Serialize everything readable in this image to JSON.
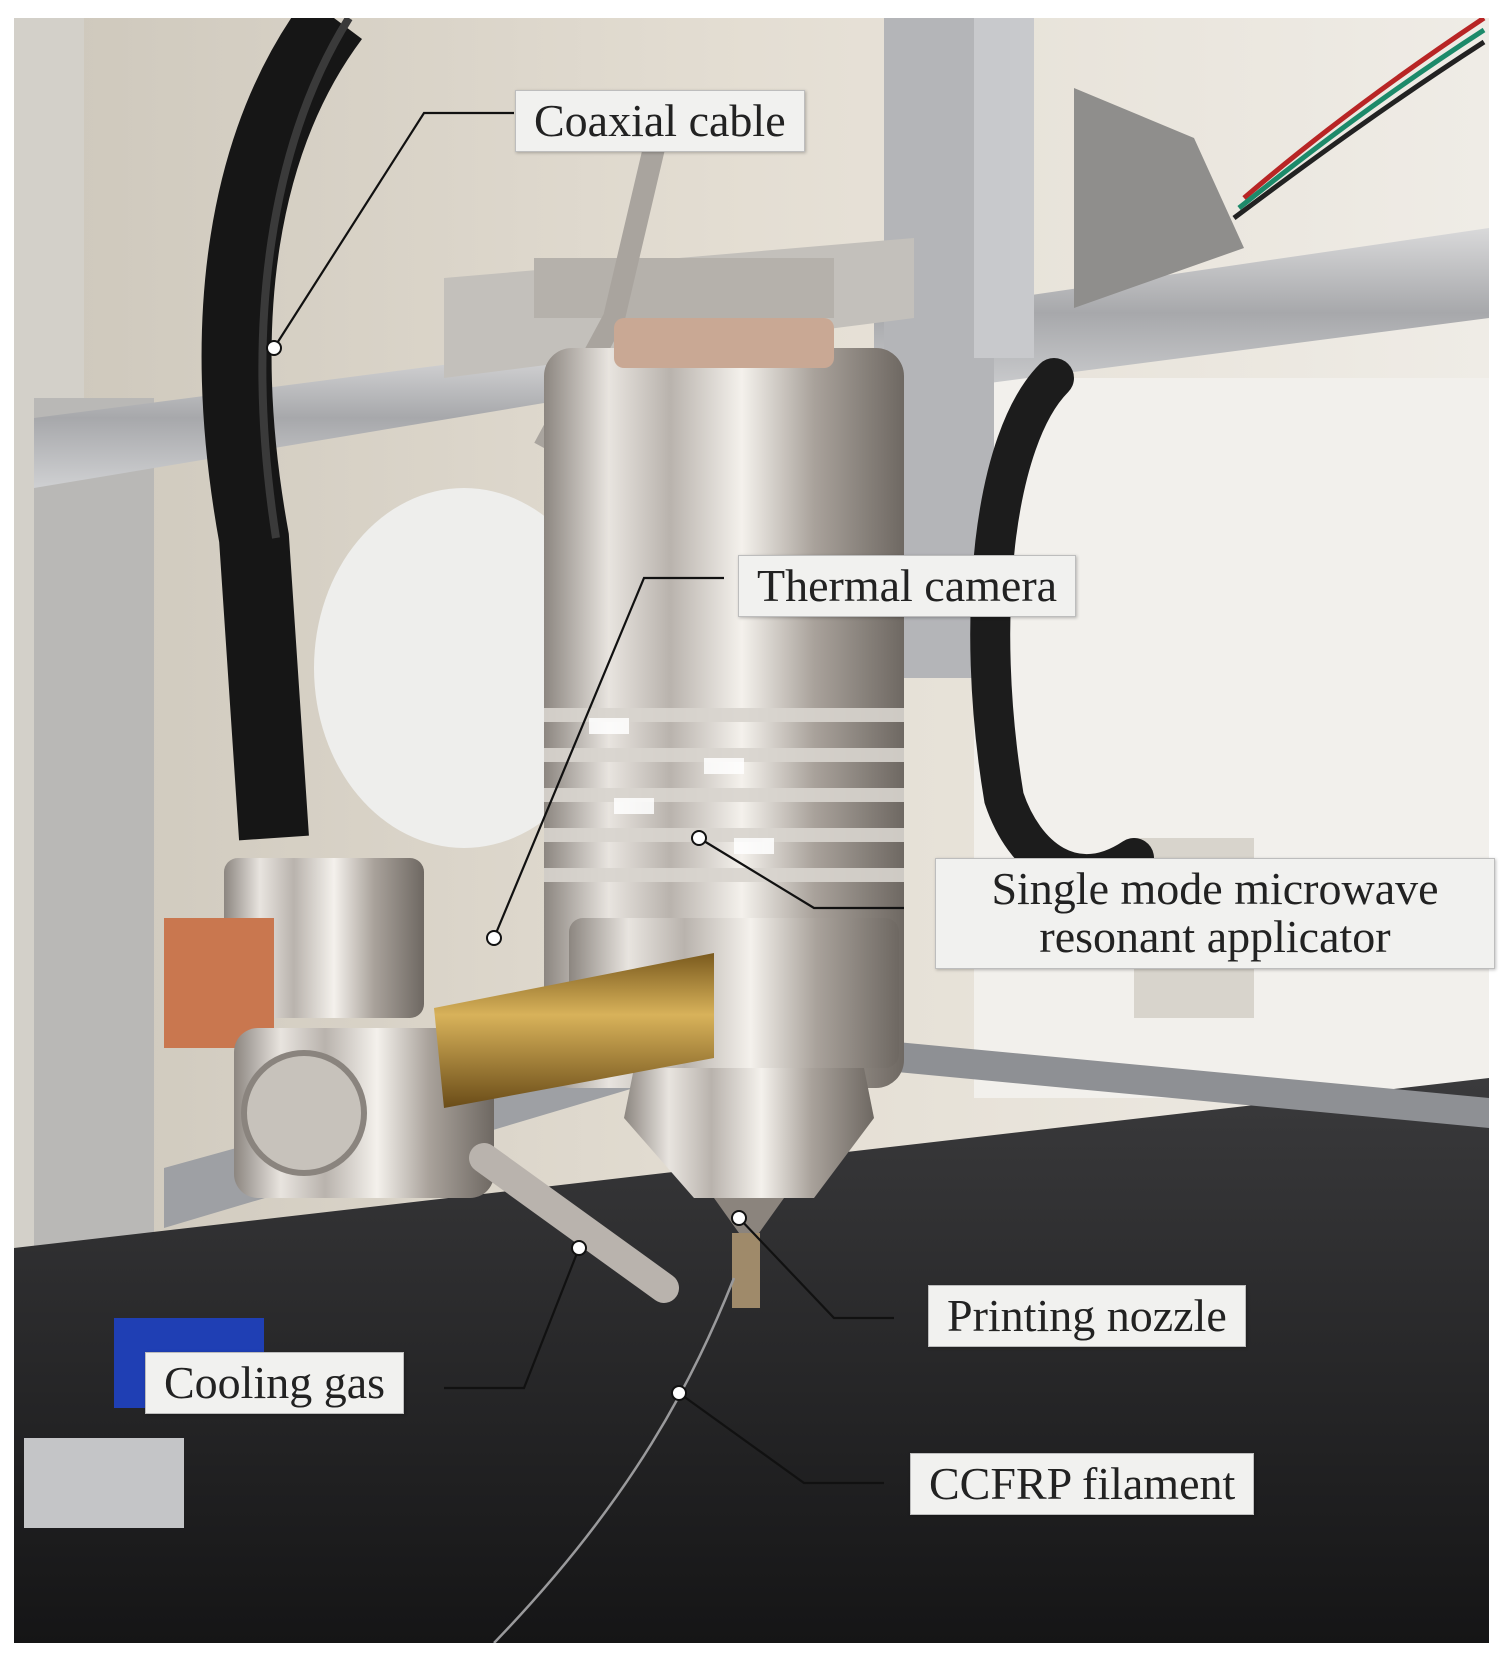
{
  "labels": {
    "coaxial_cable": "Coaxial cable",
    "thermal_camera": "Thermal camera",
    "applicator_line1": "Single mode microwave",
    "applicator_line2": "resonant applicator",
    "printing_nozzle": "Printing nozzle",
    "cooling_gas": "Cooling gas",
    "ccfrp_filament": "CCFRP filament"
  }
}
